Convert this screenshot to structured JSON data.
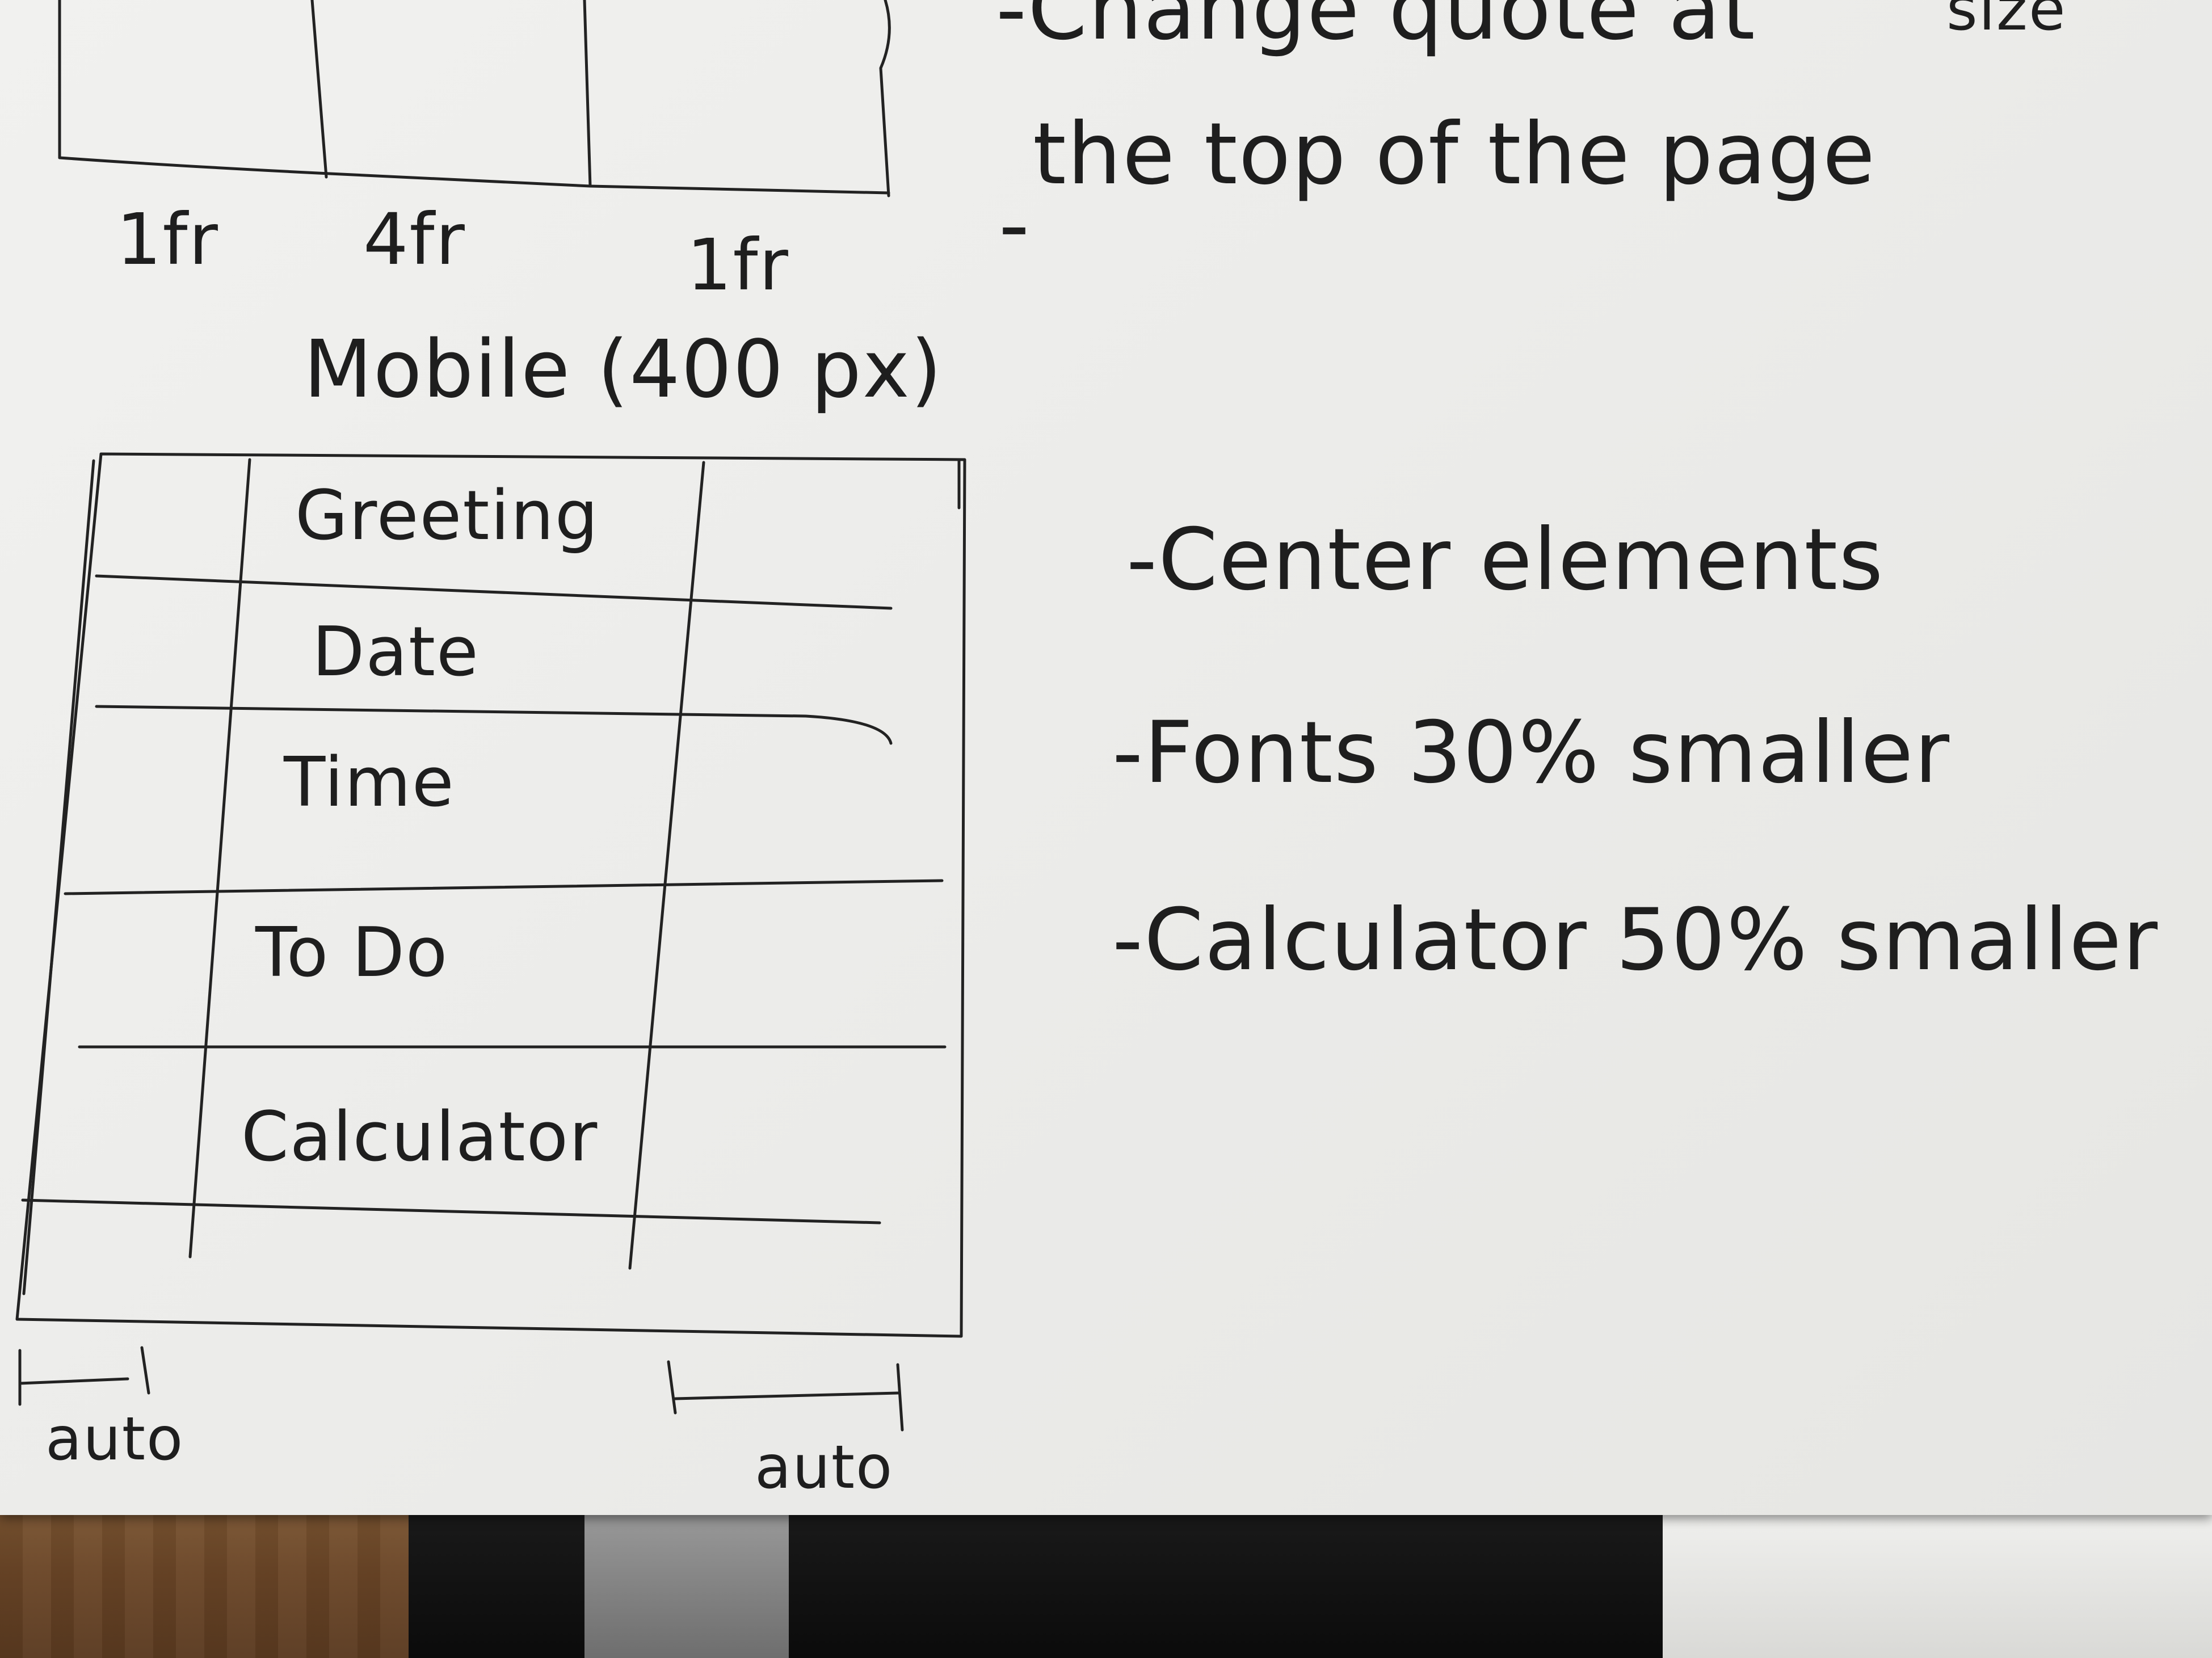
{
  "top_notes": {
    "line1": "-Change quote at",
    "line2": "the top of the page",
    "dash": "-",
    "size_word": "size"
  },
  "desktop_columns": [
    "1fr",
    "4fr",
    "1fr"
  ],
  "mobile_title": "Mobile (400 px)",
  "grid_cells": [
    "Greeting",
    "Date",
    "Time",
    "To Do",
    "Calculator"
  ],
  "side_column_labels": [
    "auto",
    "auto"
  ],
  "mobile_notes": [
    "-Center elements",
    "-Fonts 30% smaller",
    "-Calculator 50% smaller"
  ],
  "colors": {
    "ink": "#222222",
    "paper": "#ececea",
    "wood": "#6b4627"
  }
}
